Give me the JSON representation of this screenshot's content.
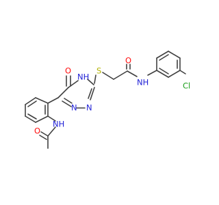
{
  "colors": {
    "bond": "#404040",
    "carbon_label": "#404040",
    "nitrogen": "#1f1fd6",
    "oxygen": "#ff0d0d",
    "sulfur": "#b2b200",
    "chlorine": "#1fa01f"
  },
  "atoms": {
    "o_ketone": "O",
    "nh_ring": "NH",
    "s_thioether": "S",
    "o_amide": "O",
    "nh_amide": "NH",
    "cl": "Cl",
    "n_ring_a": "N",
    "n_ring_b": "N",
    "nh_acetamide": "NH",
    "o_acetamide": "O"
  }
}
